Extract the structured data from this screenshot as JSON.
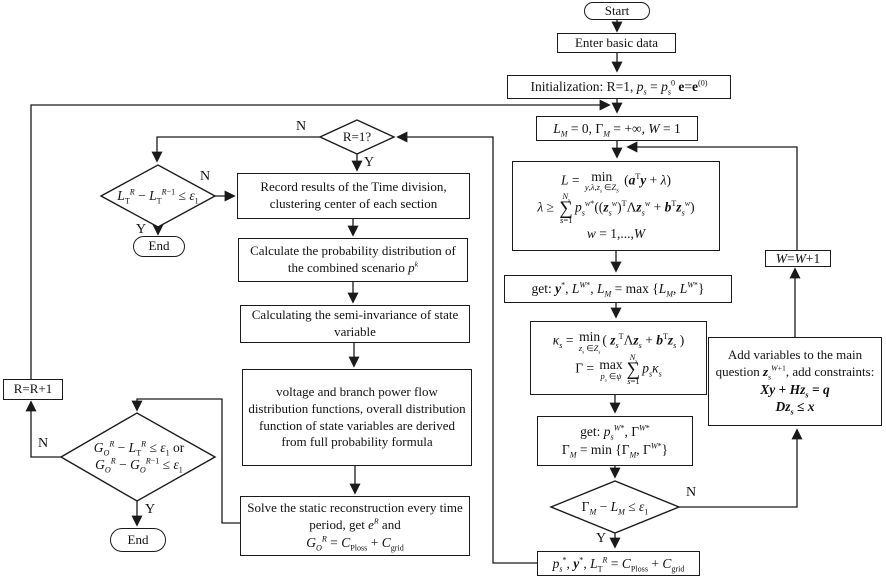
{
  "diagram": {
    "labels": {
      "yes": "Y",
      "no": "N"
    },
    "line_color": "#1a1a1a",
    "start": "Start",
    "enter": "Enter basic data",
    "init": "Initialization: R=1, <i>p</i><sub><i>s</i></sub> = <i>p</i><sub><i>s</i></sub><sup>0</sup> <b>e</b>=<b>e</b><sup>(0)</sup>",
    "lm_init": "<i>L</i><sub><i>M</i></sub> = 0, Γ<sub><i>M</i></sub> = +∞, <i>W</i> = 1",
    "master": {
      "l1": "<i>L</i> = <span class='mu'><span class='b'>min</span><span class='u'><i>y</i>,<i>λ</i>,<i>z</i><sub><i>s</i></sub> ∈<i>Z</i><sub><i>S</i></sub></span></span> (<b><i>a</i></b><sup>T</sup><b><i>y</i></b> + <i>λ</i>)",
      "l2": "<i>λ</i> ≥ <span class='mu'><span class='u'><i>N</i><sub><i>s</i></sub></span><span class='sg'>∑</span><span class='u'><i>s</i>=1</span></span><i>p</i><sub><i>s</i></sub><sup><i>w</i>*</sup>((<b><i>z</i></b><sub><i>s</i></sub><sup><i>w</i></sup>)<sup>T</sup>Λ<b><i>z</i></b><sub><i>s</i></sub><sup><i>w</i></sup> + <b><i>b</i></b><sup>T</sup><b><i>z</i></b><sub><i>s</i></sub><sup><i>w</i></sup>)",
      "l3": "<i>w</i> = 1,...,<i>W</i>"
    },
    "get1": "get: <b><i>y</i></b><sup>*</sup>, <i>L</i><sup><i>W</i>*</sup>, <i>L</i><sub><i>M</i></sub> = max {<i>L</i><sub><i>M</i></sub>, <i>L</i><sup><i>W</i>*</sup>}",
    "kappa": {
      "l1": "<i>κ</i><sub><i>s</i></sub> = <span class='mu'><span class='b'>min</span><span class='u'><i>z</i><sub><i>s</i></sub> ∈<i>Z</i><sub><i>s</i></sub></span></span>( <b><i>z</i></b><sub><i>s</i></sub><sup>T</sup>Λ<b><i>z</i></b><sub><i>s</i></sub> + <b><i>b</i></b><sup>T</sup><b><i>z</i></b><sub><i>s</i></sub> )",
      "l2": "Γ = <span class='mu'><span class='b'>max</span><span class='u'><i>p</i><sub><i>s</i></sub> ∈<i>ψ</i></span></span><span class='mu'><span class='u'><i>N</i><sub><i>s</i></sub></span><span class='sg'>∑</span><span class='u'><i>s</i>=1</span></span><i>p</i><sub><i>s</i></sub><i>κ</i><sub><i>s</i></sub>"
    },
    "get2": {
      "l1": "get:  <i>p</i><sub><i>s</i></sub><sup><i>W</i>*</sup>, Γ<sup><i>W</i>*</sup>",
      "l2": "Γ<sub><i>M</i></sub> = min {Γ<sub><i>M</i></sub>, Γ<sup><i>W</i>*</sup>}"
    },
    "gamma_cond": "Γ<sub><i>M</i></sub> − <i>L</i><sub><i>M</i></sub> ≤ <i>ε</i><sub>1</sub>",
    "final": "<i>p</i><sub><i>s</i></sub><sup>*</sup>, <b><i>y</i></b><sup>*</sup>, <i>L</i><sub>T</sub><sup><i>R</i></sup> = <i>C</i><sub>Ploss</sub> + <i>C</i><sub>grid</sub>",
    "w_inc": "<i>W</i>=<i>W</i>+1",
    "addvars": {
      "l1": "Add variables to the main",
      "l2": "question <b><i>z</i></b><sub><i>s</i></sub><sup><i>W</i>+1</sup>, add constraints:",
      "l3": "<b><i>Xy</i> + <i>Hz</i><sub><i>s</i></sub> = <i>q</i></b>",
      "l4": "<b><i>Dz</i><sub><i>s</i></sub> ≤ <i>x</i></b>"
    },
    "r1_cond": "R=1?",
    "record": "Record results of the Time division, clustering center of each section",
    "calc": "Calculate the probability distribution of the combined scenario <i>p</i><sup><i>k</i></sup>",
    "semi": "Calculating the semi-invariance of state variable",
    "voltage": "voltage and branch power flow distribution functions, overall distribution function of state variables are derived from full probability formula",
    "solve": {
      "l1": "Solve the static reconstruction every time period, get <i>e</i><sup><i>R</i></sup> and",
      "l2": "<i>G</i><sub><i>O</i></sub><sup><i>R</i></sup> = <i>C</i><sub>Ploss</sub> + <i>C</i><sub>grid</sub>"
    },
    "lt_cond": "<i>L</i><sub>T</sub><sup><i>R</i></sup> − <i>L</i><sub>T</sub><sup><i>R</i>−1</sup> ≤ <i>ε</i><sub>1</sub>",
    "go_cond": {
      "l1": "<i>G</i><sub><i>O</i></sub><sup><i>R</i></sup> − <i>L</i><sub>T</sub><sup><i>R</i></sup> ≤ <i>ε</i><sub>1</sub> or",
      "l2": "<i>G</i><sub><i>O</i></sub><sup><i>R</i></sup> − <i>G</i><sub><i>O</i></sub><sup><i>R</i>−1</sup> ≤ <i>ε</i><sub>1</sub>"
    },
    "r_inc": "R=R+1",
    "end1": "End",
    "end2": "End"
  }
}
